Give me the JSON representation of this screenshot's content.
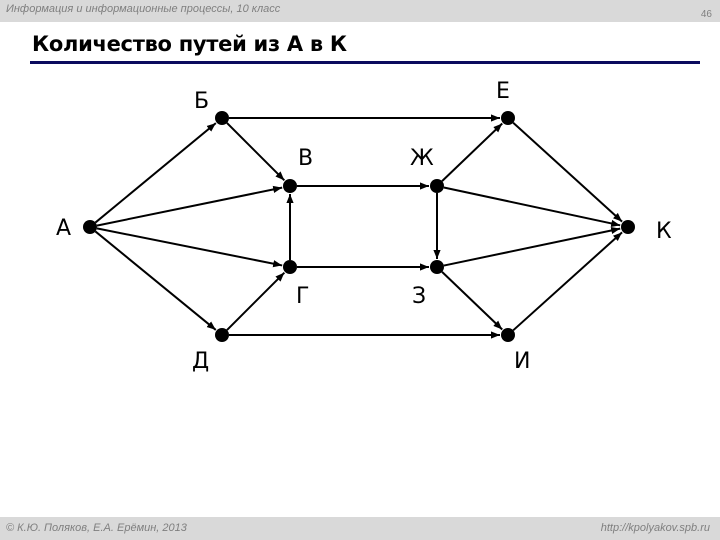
{
  "header": {
    "course": "Информация и информационные процессы, 10 класс",
    "page_number": "46"
  },
  "slide": {
    "title": "Количество путей из А в К"
  },
  "graph": {
    "nodes": {
      "A": "А",
      "B": "Б",
      "V": "В",
      "G": "Г",
      "D": "Д",
      "E": "Е",
      "ZH": "Ж",
      "Z": "З",
      "I": "И",
      "K": "К"
    },
    "edges": [
      [
        "A",
        "B"
      ],
      [
        "A",
        "V"
      ],
      [
        "A",
        "G"
      ],
      [
        "A",
        "D"
      ],
      [
        "B",
        "V"
      ],
      [
        "B",
        "E"
      ],
      [
        "D",
        "G"
      ],
      [
        "D",
        "I"
      ],
      [
        "G",
        "V"
      ],
      [
        "G",
        "Z"
      ],
      [
        "V",
        "ZH"
      ],
      [
        "ZH",
        "Z"
      ],
      [
        "ZH",
        "E"
      ],
      [
        "ZH",
        "K"
      ],
      [
        "E",
        "K"
      ],
      [
        "Z",
        "K"
      ],
      [
        "Z",
        "I"
      ],
      [
        "I",
        "K"
      ]
    ]
  },
  "footer": {
    "copyright": "© К.Ю. Поляков, Е.А. Ерёмин, 2013",
    "url": "http://kpolyakov.spb.ru"
  }
}
